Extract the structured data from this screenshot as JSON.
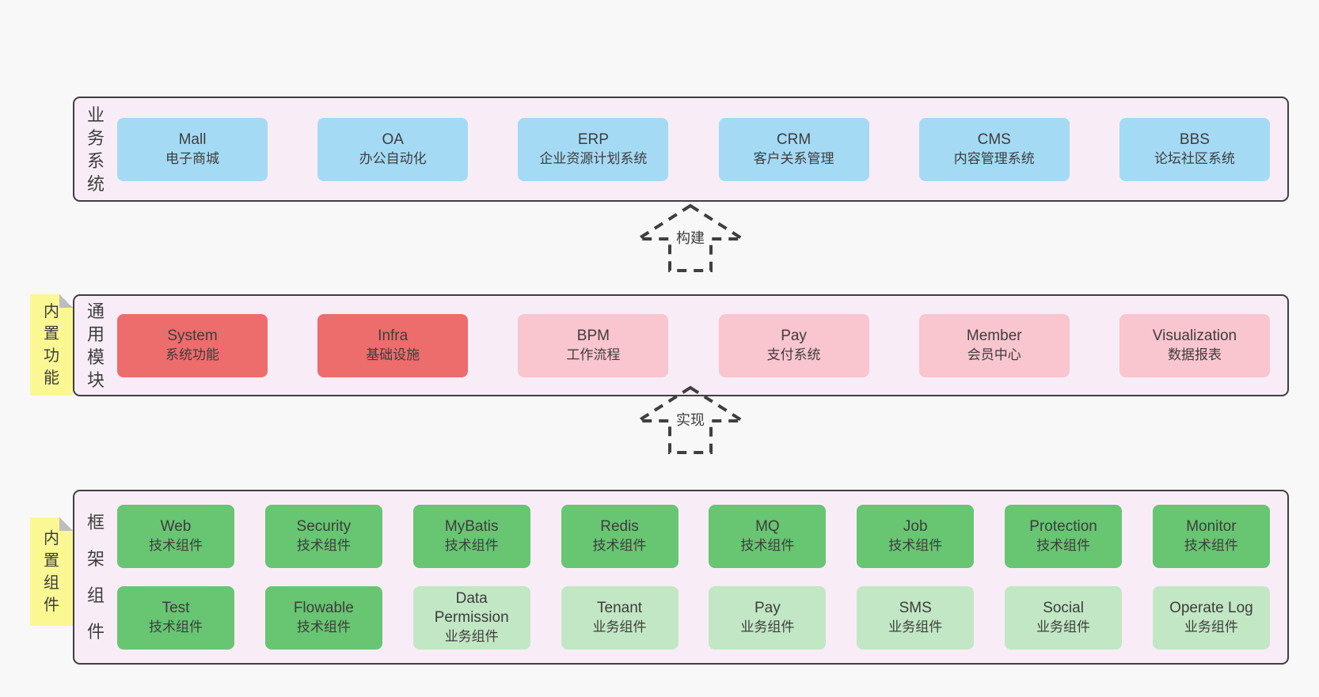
{
  "diagram": {
    "colors": {
      "blue": "#a5daf4",
      "red": "#ed6c6c",
      "pink": "#f9c5ce",
      "green_dark": "#68c572",
      "green_light": "#c2e7c4",
      "container_bg": "#f8edf7",
      "sticky_bg": "#fbf894",
      "outline": "#3f3f3f"
    },
    "arrows": [
      {
        "label": "构建"
      },
      {
        "label": "实现"
      }
    ],
    "layers": [
      {
        "id": "business-systems",
        "side_label": "业务系统",
        "rows": [
          [
            {
              "en": "Mall",
              "zh": "电子商城",
              "variant": "blue"
            },
            {
              "en": "OA",
              "zh": "办公自动化",
              "variant": "blue"
            },
            {
              "en": "ERP",
              "zh": "企业资源计划系统",
              "variant": "blue"
            },
            {
              "en": "CRM",
              "zh": "客户关系管理",
              "variant": "blue"
            },
            {
              "en": "CMS",
              "zh": "内容管理系统",
              "variant": "blue"
            },
            {
              "en": "BBS",
              "zh": "论坛社区系统",
              "variant": "blue"
            }
          ]
        ]
      },
      {
        "id": "common-modules",
        "side_label": "通用模块",
        "sticky_label": "内置功能",
        "rows": [
          [
            {
              "en": "System",
              "zh": "系统功能",
              "variant": "red"
            },
            {
              "en": "Infra",
              "zh": "基础设施",
              "variant": "red"
            },
            {
              "en": "BPM",
              "zh": "工作流程",
              "variant": "pink"
            },
            {
              "en": "Pay",
              "zh": "支付系统",
              "variant": "pink"
            },
            {
              "en": "Member",
              "zh": "会员中心",
              "variant": "pink"
            },
            {
              "en": "Visualization",
              "zh": "数据报表",
              "variant": "pink"
            }
          ]
        ]
      },
      {
        "id": "framework-components",
        "side_label": "框架组件",
        "sticky_label": "内置组件",
        "rows": [
          [
            {
              "en": "Web",
              "zh": "技术组件",
              "variant": "green-dark"
            },
            {
              "en": "Security",
              "zh": "技术组件",
              "variant": "green-dark"
            },
            {
              "en": "MyBatis",
              "zh": "技术组件",
              "variant": "green-dark"
            },
            {
              "en": "Redis",
              "zh": "技术组件",
              "variant": "green-dark"
            },
            {
              "en": "MQ",
              "zh": "技术组件",
              "variant": "green-dark"
            },
            {
              "en": "Job",
              "zh": "技术组件",
              "variant": "green-dark"
            },
            {
              "en": "Protection",
              "zh": "技术组件",
              "variant": "green-dark"
            },
            {
              "en": "Monitor",
              "zh": "技术组件",
              "variant": "green-dark"
            }
          ],
          [
            {
              "en": "Test",
              "zh": "技术组件",
              "variant": "green-dark"
            },
            {
              "en": "Flowable",
              "zh": "技术组件",
              "variant": "green-dark"
            },
            {
              "en": "Data Permission",
              "zh": "业务组件",
              "variant": "green-light"
            },
            {
              "en": "Tenant",
              "zh": "业务组件",
              "variant": "green-light"
            },
            {
              "en": "Pay",
              "zh": "业务组件",
              "variant": "green-light"
            },
            {
              "en": "SMS",
              "zh": "业务组件",
              "variant": "green-light"
            },
            {
              "en": "Social",
              "zh": "业务组件",
              "variant": "green-light"
            },
            {
              "en": "Operate Log",
              "zh": "业务组件",
              "variant": "green-light"
            }
          ]
        ]
      }
    ]
  }
}
